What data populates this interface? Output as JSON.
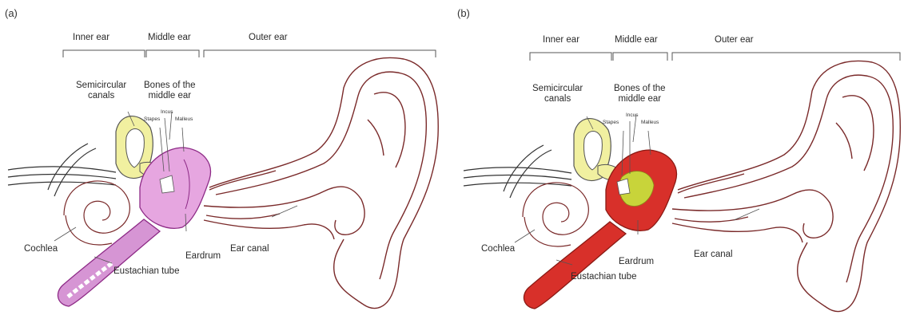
{
  "panels": [
    {
      "tag": "(a)",
      "labels": {
        "inner_ear": "Inner ear",
        "middle_ear": "Middle ear",
        "outer_ear": "Outer ear",
        "semicircular_canals": "Semicircular\ncanals",
        "bones": "Bones of the\nmiddle ear",
        "incus": "Incus",
        "stapes": "Stapes",
        "malleus": "Malleus",
        "cochlea": "Cochlea",
        "eardrum": "Eardrum",
        "eustachian_tube": "Eustachian tube",
        "ear_canal": "Ear canal"
      },
      "colors": {
        "canals": "#f1f0a0",
        "middle_fill": "#e6a6e0",
        "middle_stroke": "#8d2a86",
        "tube": "#d695d4"
      }
    },
    {
      "tag": "(b)",
      "labels": {
        "inner_ear": "Inner ear",
        "middle_ear": "Middle ear",
        "outer_ear": "Outer ear",
        "semicircular_canals": "Semicircular\ncanals",
        "bones": "Bones of the\nmiddle ear",
        "incus": "Incus",
        "stapes": "Stapes",
        "malleus": "Malleus",
        "cochlea": "Cochlea",
        "eardrum": "Eardrum",
        "eustachian_tube": "Eustachian tube",
        "ear_canal": "Ear canal"
      },
      "colors": {
        "canals": "#f1f0a0",
        "middle_fill": "#d8302a",
        "middle_stroke": "#8a1a14",
        "tube": "#d8302a",
        "bones": "#c8d43a"
      }
    }
  ]
}
